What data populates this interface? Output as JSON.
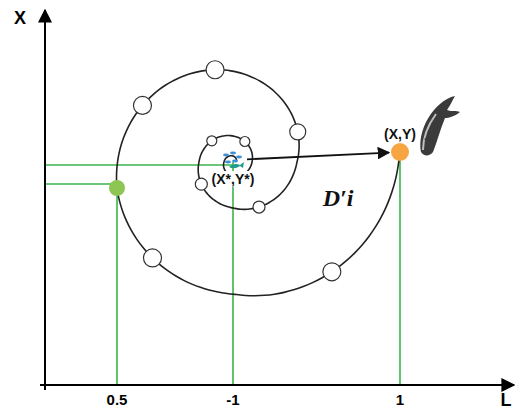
{
  "diagram": {
    "nodes": [
      {
        "text": [
          "(X*,Y*)"
        ]
      },
      {
        "text": [
          "(X,Y)"
        ]
      }
    ],
    "edges": [
      {
        "from": 0,
        "to": 1,
        "arrow": "to",
        "label": "D′i"
      }
    ],
    "labels": [
      "X",
      "L",
      "0.5",
      "-1",
      "1"
    ]
  }
}
